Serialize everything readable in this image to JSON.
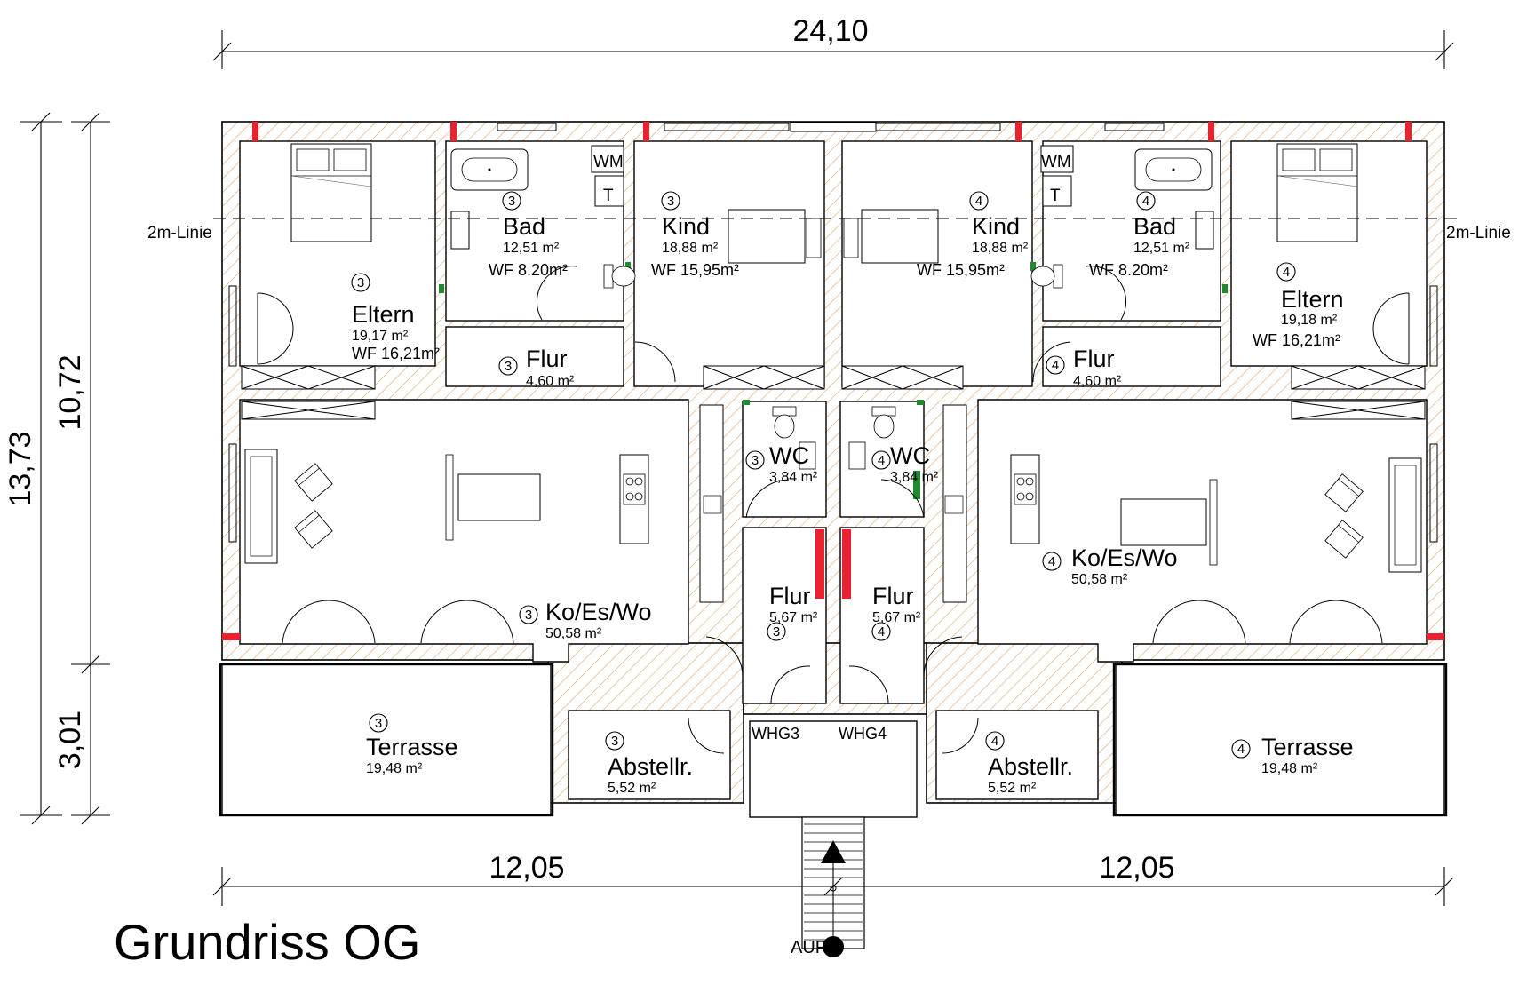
{
  "title": "Grundriss OG",
  "dimensions": {
    "total_width": "24,10",
    "half_left": "12,05",
    "half_right": "12,05",
    "total_depth": "13,73",
    "house_depth": "10,72",
    "terrace_depth": "3,01"
  },
  "line_label_left": "2m-Linie",
  "line_label_right": "2m-Linie",
  "appliances": {
    "washer": "WM",
    "dryer": "T"
  },
  "entrances": {
    "left": "WHG3",
    "right": "WHG4",
    "stair": "AUF"
  },
  "unit3": {
    "number": "3",
    "eltern": {
      "name": "Eltern",
      "area": "19,17 m²",
      "wf": "WF 16,21m²"
    },
    "bad": {
      "name": "Bad",
      "area": "12,51 m²",
      "wf": "WF 8.20m²"
    },
    "kind": {
      "name": "Kind",
      "area": "18,88 m²",
      "wf": "WF 15,95m²"
    },
    "flur_top": {
      "name": "Flur",
      "area": "4,60 m²"
    },
    "wc": {
      "name": "WC",
      "area": "3,84 m²"
    },
    "flur_bottom": {
      "name": "Flur",
      "area": "5,67 m²"
    },
    "kew": {
      "name": "Ko/Es/Wo",
      "area": "50,58 m²"
    },
    "terrasse": {
      "name": "Terrasse",
      "area": "19,48 m²"
    },
    "abstell": {
      "name": "Abstellr.",
      "area": "5,52 m²"
    }
  },
  "unit4": {
    "number": "4",
    "eltern": {
      "name": "Eltern",
      "area": "19,18 m²",
      "wf": "WF 16,21m²"
    },
    "bad": {
      "name": "Bad",
      "area": "12,51 m²",
      "wf": "WF 8.20m²"
    },
    "kind": {
      "name": "Kind",
      "area": "18,88 m²",
      "wf": "WF 15,95m²"
    },
    "flur_top": {
      "name": "Flur",
      "area": "4,60 m²"
    },
    "wc": {
      "name": "WC",
      "area": "3,84 m²"
    },
    "flur_bottom": {
      "name": "Flur",
      "area": "5,67 m²"
    },
    "kew": {
      "name": "Ko/Es/Wo",
      "area": "50,58 m²"
    },
    "terrasse": {
      "name": "Terrasse",
      "area": "19,48 m²"
    },
    "abstell": {
      "name": "Abstellr.",
      "area": "5,52 m²"
    }
  },
  "colors": {
    "wall_hatch": "#e6a26a",
    "red_marker": "#e8222e",
    "green_marker": "#1f8a2e",
    "line": "#000000"
  }
}
